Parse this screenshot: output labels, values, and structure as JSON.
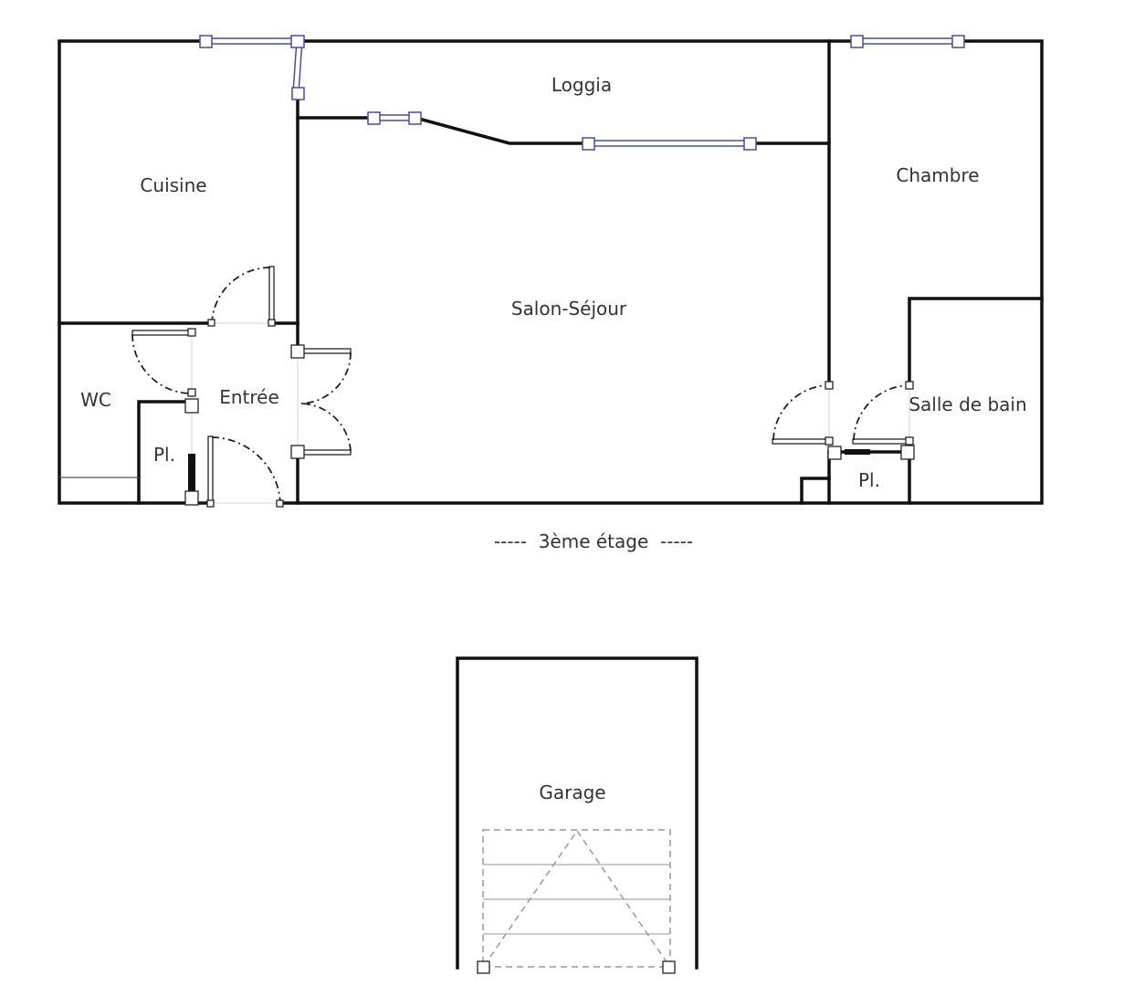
{
  "floor_label": "-----  3ème étage  -----",
  "rooms": {
    "loggia": "Loggia",
    "cuisine": "Cuisine",
    "chambre": "Chambre",
    "salon": "Salon-Séjour",
    "wc": "WC",
    "entree": "Entrée",
    "placard_1": "Pl.",
    "salle_de_bain": "Salle de bain",
    "placard_2": "Pl.",
    "garage": "Garage"
  },
  "colors": {
    "wall": "#111111",
    "window": "#4a4aa8"
  }
}
